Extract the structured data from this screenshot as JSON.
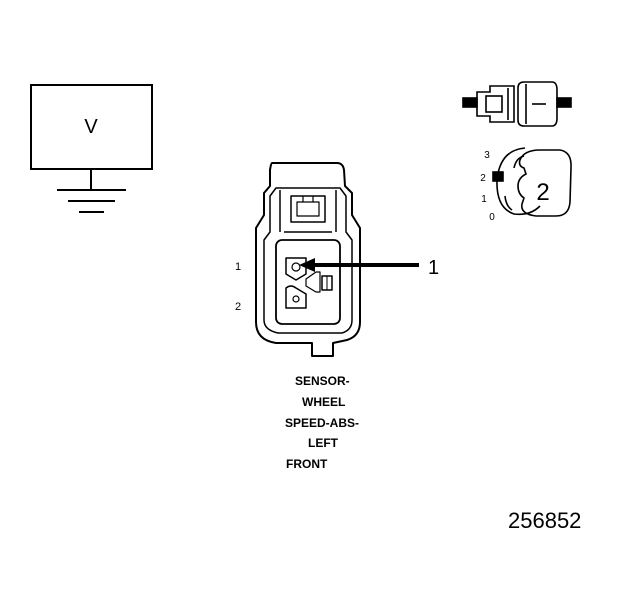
{
  "ground_symbol": {
    "box_label": "V"
  },
  "connector": {
    "pin_labels": [
      "1",
      "2"
    ],
    "callout_number": "1",
    "caption_lines": [
      "SENSOR-",
      "WHEEL",
      "SPEED-ABS-",
      "LEFT",
      "FRONT"
    ]
  },
  "position_indicator": {
    "scale_labels": [
      "3",
      "2",
      "1",
      "0"
    ],
    "key_label": "2"
  },
  "figure_number": "256852"
}
